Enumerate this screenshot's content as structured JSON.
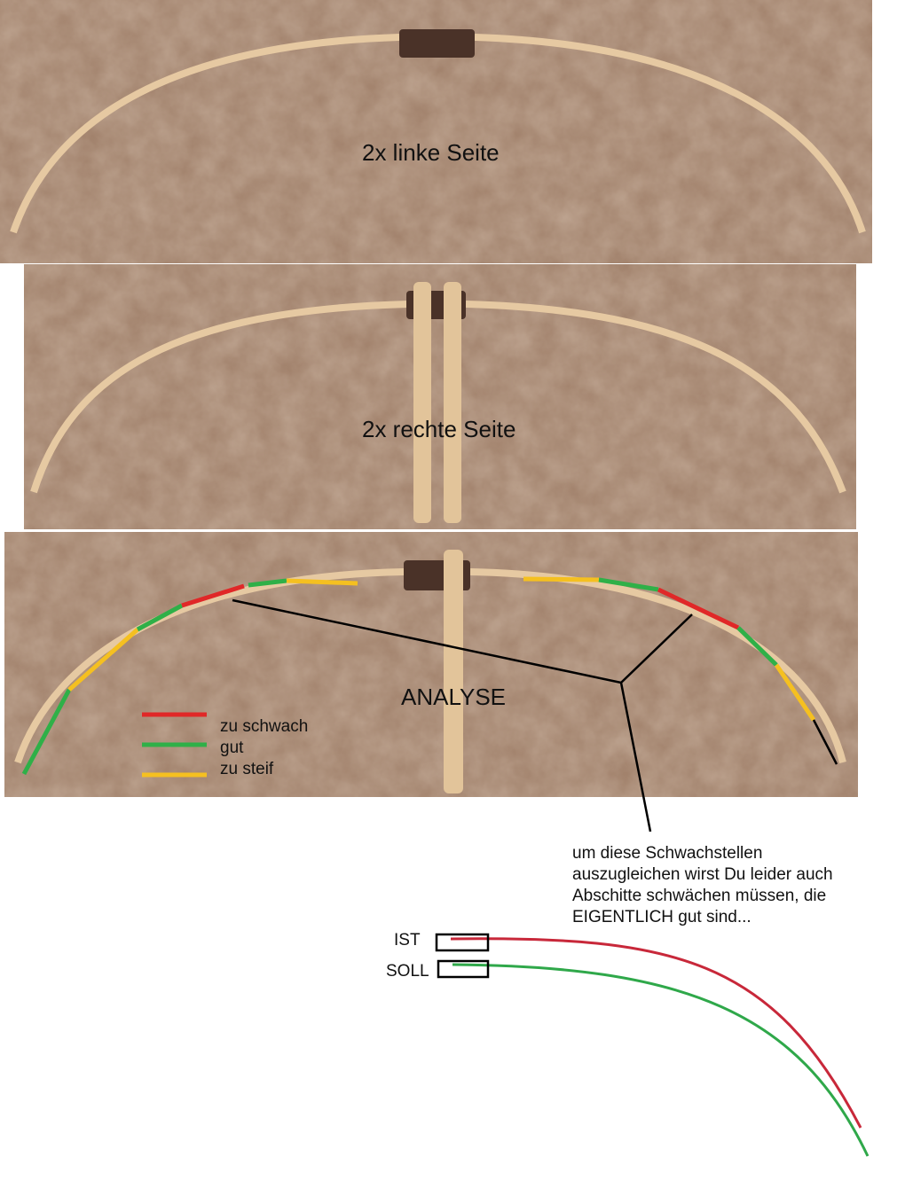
{
  "panels": [
    {
      "title": "2x linke Seite"
    },
    {
      "title": "2x rechte Seite"
    },
    {
      "title": "ANALYSE"
    }
  ],
  "legend": [
    {
      "label": "zu schwach",
      "color": "#e02828"
    },
    {
      "label": "gut",
      "color": "#2fb048"
    },
    {
      "label": "zu steif",
      "color": "#f5c020"
    }
  ],
  "note": "um diese Schwachstellen auszugleichen wirst Du leider auch Abschitte schwächen müssen, die EIGENTLICH gut sind...",
  "curves": [
    {
      "label": "IST",
      "color": "#c8283a"
    },
    {
      "label": "SOLL",
      "color": "#2fa84a"
    }
  ],
  "colors": {
    "carpet": "#9c7a62",
    "bow": "#e6c9a2",
    "grip": "#4a3228"
  }
}
